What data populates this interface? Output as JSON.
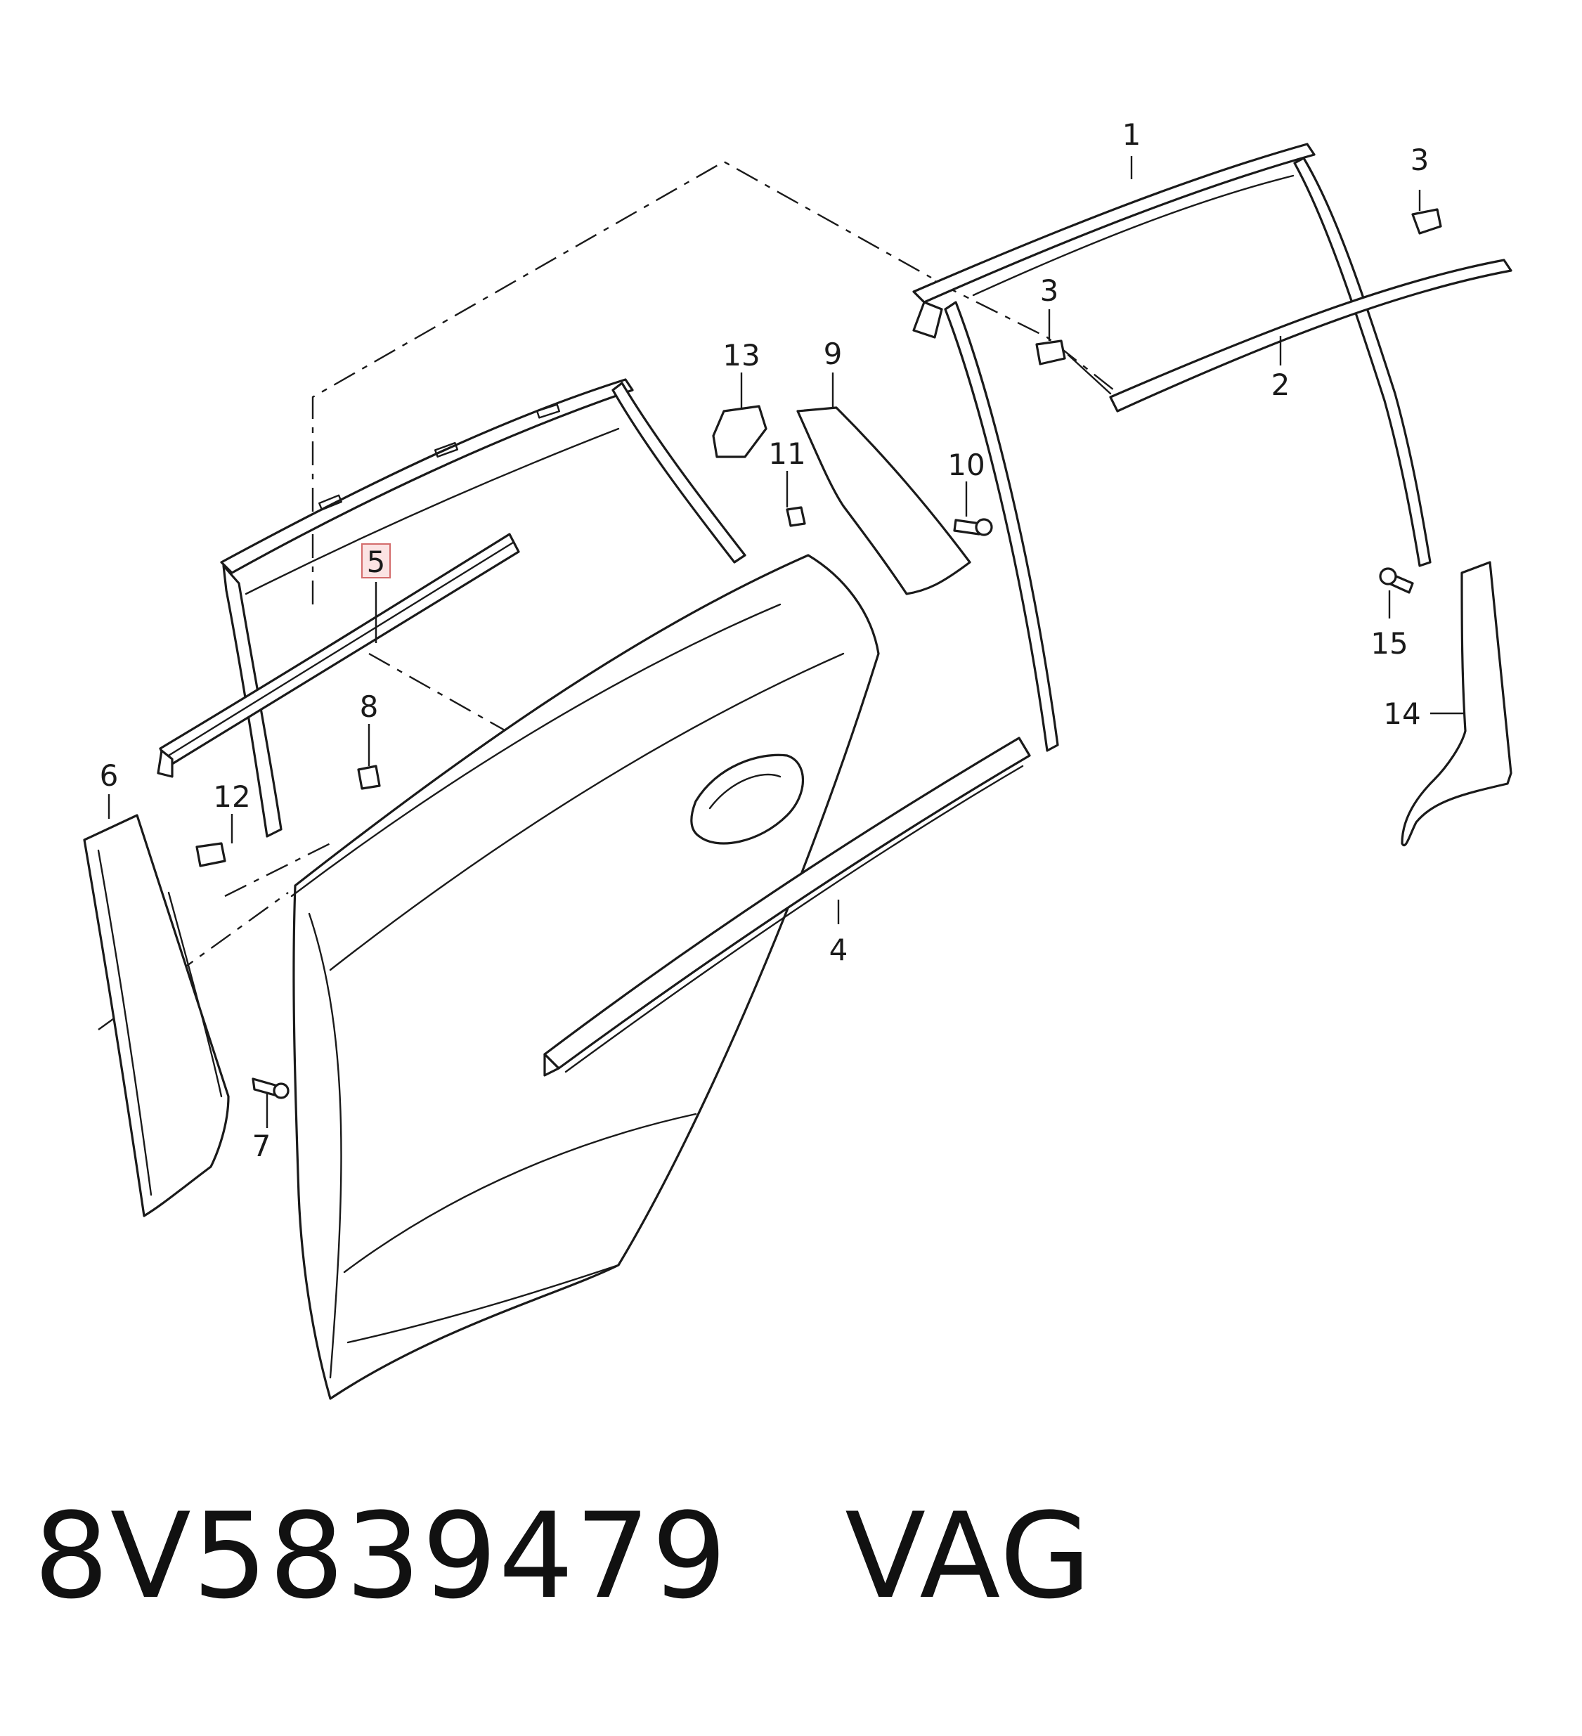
{
  "parts": [
    {
      "id": "callout-1",
      "label": "1"
    },
    {
      "id": "callout-2",
      "label": "2"
    },
    {
      "id": "callout-3a",
      "label": "3"
    },
    {
      "id": "callout-3b",
      "label": "3"
    },
    {
      "id": "callout-4",
      "label": "4"
    },
    {
      "id": "callout-5",
      "label": "5",
      "highlighted": true
    },
    {
      "id": "callout-6",
      "label": "6"
    },
    {
      "id": "callout-7",
      "label": "7"
    },
    {
      "id": "callout-8",
      "label": "8"
    },
    {
      "id": "callout-9",
      "label": "9"
    },
    {
      "id": "callout-10",
      "label": "10"
    },
    {
      "id": "callout-11",
      "label": "11"
    },
    {
      "id": "callout-12",
      "label": "12"
    },
    {
      "id": "callout-13",
      "label": "13"
    },
    {
      "id": "callout-14",
      "label": "14"
    },
    {
      "id": "callout-15",
      "label": "15"
    }
  ],
  "footer": {
    "part_number": "8V5839479",
    "brand": "VAG",
    "text": "8V5839479   VAG"
  },
  "colors": {
    "line": "#1a1a1a",
    "highlight_fill": "#fbe3e3",
    "highlight_stroke": "#d36b6b"
  }
}
